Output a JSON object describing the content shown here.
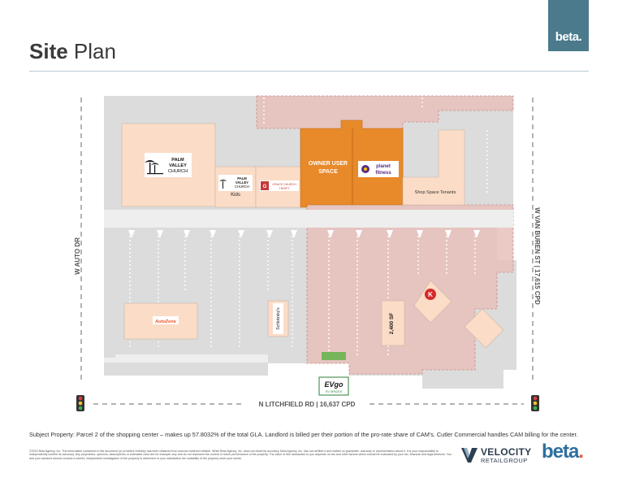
{
  "header": {
    "brand_tab": "beta.",
    "title_bold": "Site",
    "title_light": "Plan"
  },
  "map": {
    "roads": {
      "west": "W AUTO DR",
      "east": "W VAN BUREN ST | 17,615 CPD",
      "south": "N LITCHFIELD RD | 16,637 CPD"
    },
    "tenants": {
      "palm_valley_church": {
        "line1": "PALM",
        "line2": "VALLEY",
        "line3": "CHURCH"
      },
      "palm_valley_kids": {
        "line1": "PALM",
        "line2": "VALLEY",
        "line3": "CHURCH",
        "line4": "Kids"
      },
      "grace_church_thrift": {
        "line1": "GRACE CHURCH",
        "line2": "THRIFT"
      },
      "owner_user": {
        "line1": "OWNER USER",
        "line2": "SPACE"
      },
      "planet_fitness": {
        "line1": "planet",
        "line2": "fitness"
      },
      "shop_space": "Shop Space Tenants",
      "autozone": "AutoZone",
      "schlotzskys": "Schlotzsky's",
      "pad_2400": "2,400 SF",
      "circle_k": "K",
      "evgo": {
        "name": "EVgo",
        "sub": "EV SPACES"
      }
    }
  },
  "footer": {
    "subject_property": "Subject Property: Parcel 2 of the shopping center – makes up 57.8032% of the total GLA. Landlord is billed per their portion of the pro-rate share of CAM's. Cutler Commercial handles CAM billing for the center.",
    "disclaimer": "©2022 Beta Agency, Inc. The information contained in this document (or provided verbally) has been obtained from sources believed reliable. While Beta Agency, Inc. does not doubt its accuracy, Beta Agency, Inc. has not verified it and makes no guarantee, warranty or representation about it. It is your responsibility to independently confirm its accuracy. Any projections, opinions, assumptions or estimates used are for example only and do not represent the current or future performance of the property. The value of this transaction to you depends on tax and other factors which should be evaluated by your tax, financial and legal advisors. You and your advisors should conduct a careful, independent investigation of the property to determine to your satisfaction the suitability of the property meet your needs.",
    "vrg_name": "VELOCITY",
    "vrg_sub": "RETAILGROUP",
    "beta_word": "beta",
    "beta_dot": "."
  },
  "colors": {
    "brand_tab": "#4a7a8c",
    "owner_user": "#e8892a",
    "subject_parcel": "#e8c0bb",
    "building": "#fbdcc6",
    "lot": "#dcdcdc",
    "road_dash": "#9a9a9a",
    "evgo_green": "#77b55b"
  }
}
